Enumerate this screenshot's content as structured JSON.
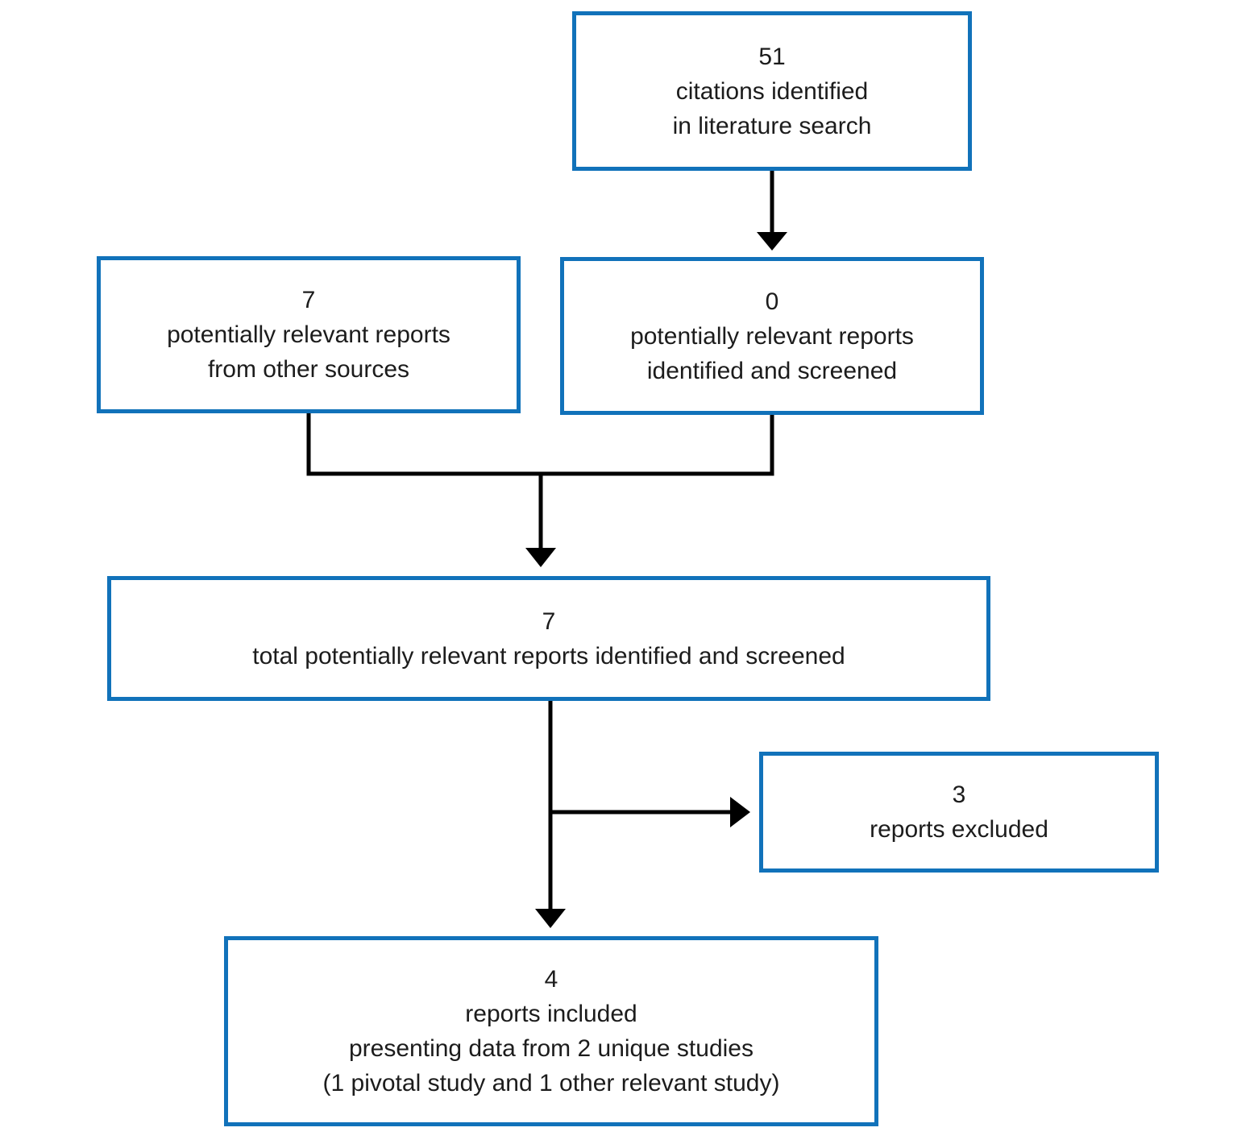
{
  "diagram": {
    "type": "flowchart",
    "description": "Literature search screening flow diagram",
    "accent_color": "#1172ba",
    "line_color": "#000000",
    "boxes": {
      "citations": {
        "count": "51",
        "lines": [
          "citations identified",
          "in literature search"
        ]
      },
      "other_sources": {
        "count": "7",
        "lines": [
          "potentially relevant reports",
          "from other sources"
        ]
      },
      "identified_screened": {
        "count": "0",
        "lines": [
          "potentially relevant reports",
          "identified and screened"
        ]
      },
      "total_screened": {
        "count": "7",
        "lines": [
          "total potentially relevant reports identified and screened"
        ]
      },
      "excluded": {
        "count": "3",
        "lines": [
          "reports excluded"
        ]
      },
      "included": {
        "count": "4",
        "lines": [
          "reports included",
          "presenting data from 2 unique studies",
          "(1 pivotal study and 1 other relevant study)"
        ]
      }
    }
  }
}
